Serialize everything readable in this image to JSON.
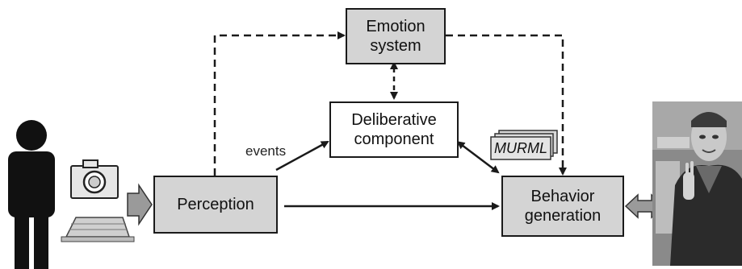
{
  "diagram": {
    "nodes": {
      "emotion_system": {
        "line1": "Emotion",
        "line2": "system"
      },
      "deliberative_component": {
        "line1": "Deliberative",
        "line2": "component"
      },
      "perception": {
        "label": "Perception"
      },
      "behavior_generation": {
        "line1": "Behavior",
        "line2": "generation"
      }
    },
    "edge_labels": {
      "events": "events",
      "murml": "MURML"
    },
    "edges": [
      {
        "from": "perception",
        "to": "emotion_system",
        "style": "dashed"
      },
      {
        "from": "emotion_system",
        "to": "behavior_generation",
        "style": "dashed"
      },
      {
        "from": "emotion_system",
        "to": "deliberative_component",
        "style": "dashed",
        "bidirectional": true
      },
      {
        "from": "perception",
        "to": "deliberative_component",
        "style": "solid",
        "label": "events"
      },
      {
        "from": "deliberative_component",
        "to": "behavior_generation",
        "style": "solid",
        "bidirectional": true
      },
      {
        "from": "perception",
        "to": "behavior_generation",
        "style": "solid"
      }
    ],
    "icons": [
      "human-figure-icon",
      "camera-icon",
      "keyboard-icon",
      "agent-character-image"
    ],
    "colors": {
      "box_fill": "#d4d4d4",
      "stroke": "#1a1a1a",
      "background": "#ffffff"
    }
  }
}
